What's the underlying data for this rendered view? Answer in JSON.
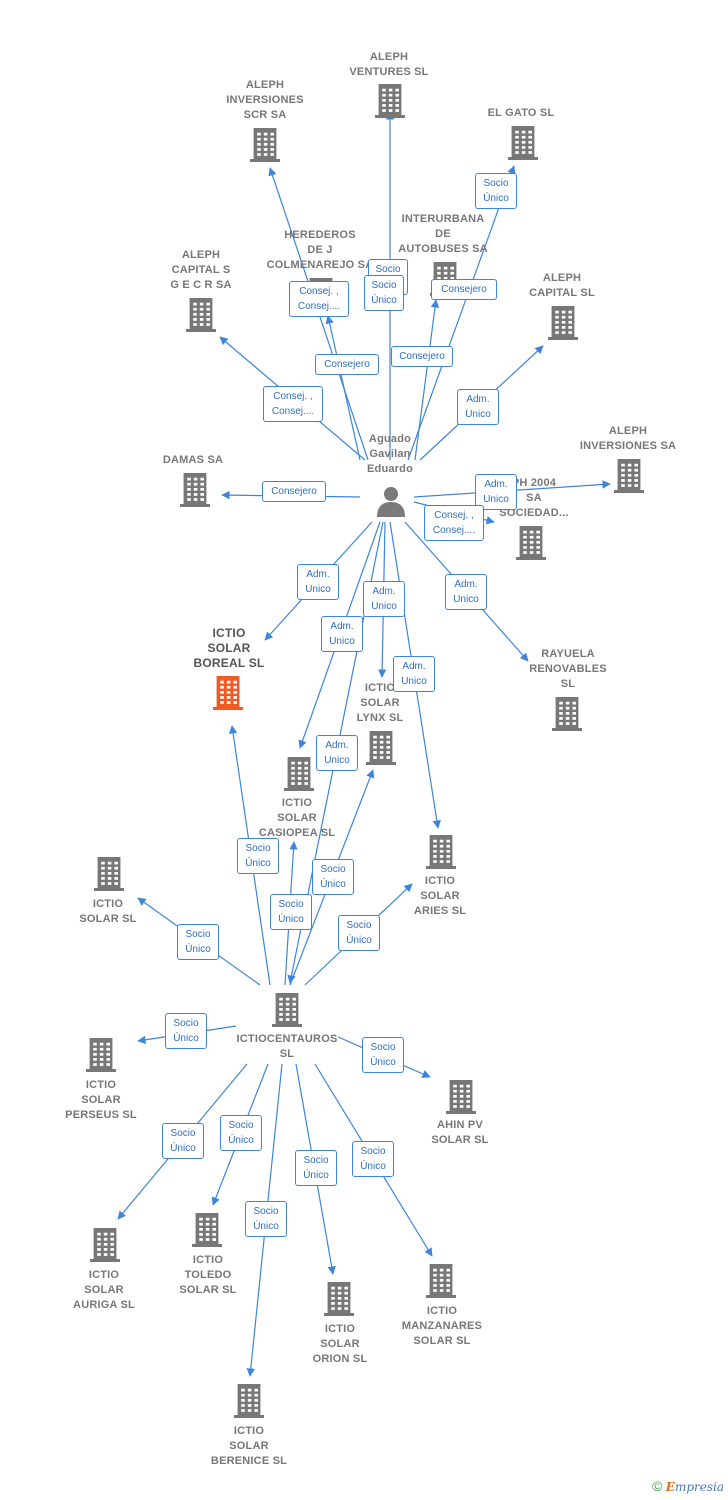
{
  "colors": {
    "company": "#777777",
    "focus_company": "#f15a24",
    "edge": "#3d85d8",
    "badge_text": "#2f6fc0"
  },
  "center_person": {
    "name": "Aguado\nGavilan\nEduardo",
    "icon": "person-icon"
  },
  "nodes": [
    {
      "id": "aleph-ventures",
      "label": "ALEPH\nVENTURES  SL",
      "icon": "building-icon"
    },
    {
      "id": "aleph-inversiones-scr",
      "label": "ALEPH\nINVERSIONES\nSCR SA",
      "icon": "building-icon"
    },
    {
      "id": "el-gato",
      "label": "EL GATO SL",
      "icon": "building-icon"
    },
    {
      "id": "interurbana",
      "label": "INTERURBANA\nDE\nAUTOBUSES SA",
      "icon": "building-icon"
    },
    {
      "id": "herederos",
      "label": "HEREDEROS\nDE J\nCOLMENAREJO SA",
      "icon": "building-icon"
    },
    {
      "id": "aleph-capital-sgecr",
      "label": "ALEPH\nCAPITAL S\nG E C R SA",
      "icon": "building-icon"
    },
    {
      "id": "aleph-capital-sl",
      "label": "ALEPH\nCAPITAL  SL",
      "icon": "building-icon"
    },
    {
      "id": "aleph-inversiones-sa",
      "label": "ALEPH\nINVERSIONES SA",
      "icon": "building-icon"
    },
    {
      "id": "damas",
      "label": "DAMAS SA",
      "icon": "building-icon"
    },
    {
      "id": "aleph-2004",
      "label": "PH 2004\nSA\nSOCIEDAD...",
      "icon": "building-icon"
    },
    {
      "id": "ictio-solar-boreal",
      "label": "ICTIO\nSOLAR\nBOREAL  SL",
      "icon": "building-icon",
      "focus": true
    },
    {
      "id": "rayuela",
      "label": "RAYUELA\nRENOVABLES\nSL",
      "icon": "building-icon"
    },
    {
      "id": "ictio-solar-lynx",
      "label": "ICTIO\nSOLAR\nLYNX  SL",
      "icon": "building-icon"
    },
    {
      "id": "ictio-solar-casiopea",
      "label": "ICTIO\nSOLAR\nCASIOPEA  SL",
      "icon": "building-icon"
    },
    {
      "id": "ictio-solar-aries",
      "label": "ICTIO\nSOLAR\nARIES  SL",
      "icon": "building-icon"
    },
    {
      "id": "ictio-solar",
      "label": "ICTIO\nSOLAR  SL",
      "icon": "building-icon"
    },
    {
      "id": "ictiocentauros",
      "label": "ICTIOCENTAUROS\nSL",
      "icon": "building-icon"
    },
    {
      "id": "ictio-solar-perseus",
      "label": "ICTIO\nSOLAR\nPERSEUS  SL",
      "icon": "building-icon"
    },
    {
      "id": "ahin-pv",
      "label": "AHIN PV\nSOLAR  SL",
      "icon": "building-icon"
    },
    {
      "id": "ictio-solar-auriga",
      "label": "ICTIO\nSOLAR\nAURIGA  SL",
      "icon": "building-icon"
    },
    {
      "id": "ictio-toledo",
      "label": "ICTIO\nTOLEDO\nSOLAR  SL",
      "icon": "building-icon"
    },
    {
      "id": "ictio-solar-orion",
      "label": "ICTIO\nSOLAR\nORION  SL",
      "icon": "building-icon"
    },
    {
      "id": "ictio-manzanares",
      "label": "ICTIO\nMANZANARES\nSOLAR  SL",
      "icon": "building-icon"
    },
    {
      "id": "ictio-solar-berenice",
      "label": "ICTIO\nSOLAR\nBERENICE  SL",
      "icon": "building-icon"
    }
  ],
  "relations": [
    {
      "id": "r-herederos",
      "label": "Consej. ,\nConsej...."
    },
    {
      "id": "r-scr",
      "label": "Socio\nÚnico"
    },
    {
      "id": "r-ventures",
      "label": "Socio\nÚnico"
    },
    {
      "id": "r-elgato",
      "label": "Socio\nÚnico"
    },
    {
      "id": "r-interurbana",
      "label": "Consejero"
    },
    {
      "id": "r-herederos2",
      "label": "Consejero"
    },
    {
      "id": "r-interurbana2",
      "label": "Consejero"
    },
    {
      "id": "r-sgecr",
      "label": "Consej. ,\nConsej...."
    },
    {
      "id": "r-capital-sl",
      "label": "Adm.\nUnico"
    },
    {
      "id": "r-damas",
      "label": "Consejero"
    },
    {
      "id": "r-inversiones-sa",
      "label": "Adm.\nUnico"
    },
    {
      "id": "r-aleph2004",
      "label": "Consej. ,\nConsej...."
    },
    {
      "id": "r-boreal",
      "label": "Adm.\nUnico"
    },
    {
      "id": "r-rayuela",
      "label": "Adm.\nUnico"
    },
    {
      "id": "r-lynx",
      "label": "Adm.\nUnico"
    },
    {
      "id": "r-casiopea",
      "label": "Adm.\nUnico"
    },
    {
      "id": "r-aries",
      "label": "Adm.\nUnico"
    },
    {
      "id": "r-centauros",
      "label": "Adm.\nUnico"
    },
    {
      "id": "r-c-boreal",
      "label": "Socio\nÚnico"
    },
    {
      "id": "r-c-lynx",
      "label": "Socio\nÚnico"
    },
    {
      "id": "r-c-casiopea",
      "label": "Socio\nÚnico"
    },
    {
      "id": "r-c-aries",
      "label": "Socio\nÚnico"
    },
    {
      "id": "r-c-ictio-solar",
      "label": "Socio\nÚnico"
    },
    {
      "id": "r-c-perseus",
      "label": "Socio\nÚnico"
    },
    {
      "id": "r-c-ahin",
      "label": "Socio\nÚnico"
    },
    {
      "id": "r-c-auriga",
      "label": "Socio\nÚnico"
    },
    {
      "id": "r-c-toledo",
      "label": "Socio\nÚnico"
    },
    {
      "id": "r-c-orion",
      "label": "Socio\nÚnico"
    },
    {
      "id": "r-c-manzanares",
      "label": "Socio\nÚnico"
    },
    {
      "id": "r-c-berenice",
      "label": "Socio\nÚnico"
    }
  ],
  "footer": {
    "copyright": "©",
    "brand_initial": "E",
    "brand_rest": "mpresia"
  }
}
